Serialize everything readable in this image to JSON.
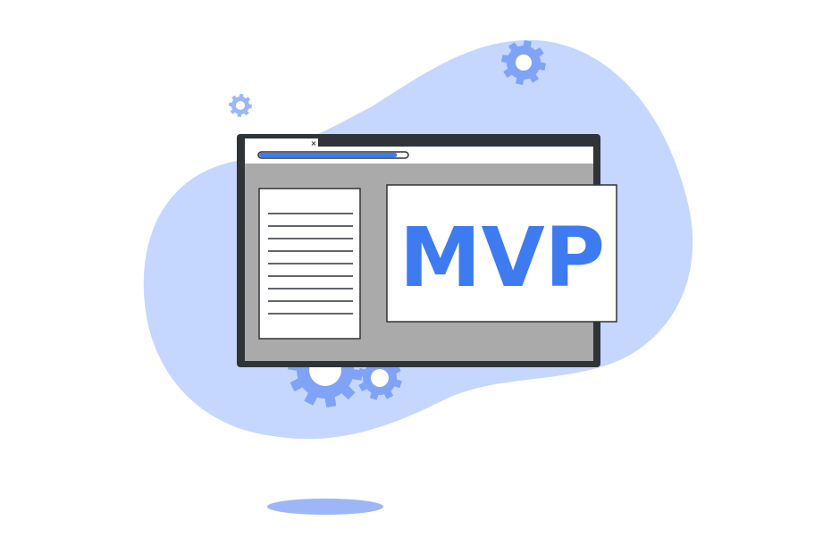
{
  "illustration": {
    "headline": "MVP",
    "browser_tab": {
      "close_glyph": "×"
    },
    "loading_bar": {
      "progress": 0.93
    },
    "document_lines": 9,
    "icons": [
      "gear-icon",
      "document-icon",
      "browser-window-icon",
      "close-icon"
    ],
    "colors": {
      "blob": "#c5d6ff",
      "accent": "#3f7bf0",
      "gear": "#7ea3f7",
      "gear_light": "#9ab8f9",
      "frame": "#2f3439",
      "viewport": "#aaaaaa",
      "shadow": "#9cb6f7",
      "white": "#ffffff"
    }
  }
}
